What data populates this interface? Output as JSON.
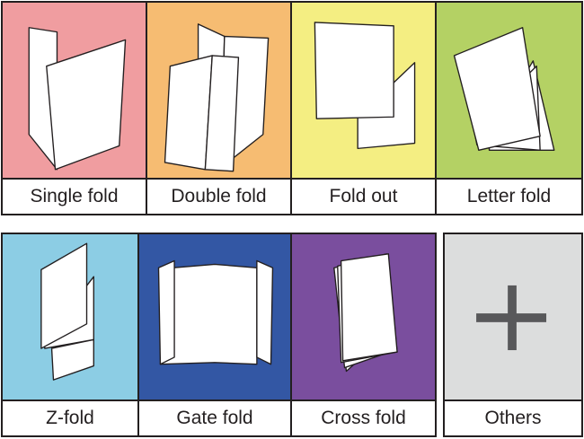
{
  "cards": [
    {
      "label": "Single fold",
      "color": "#f09da0",
      "icon": "single-fold-icon"
    },
    {
      "label": "Double fold",
      "color": "#f6bc72",
      "icon": "double-fold-icon"
    },
    {
      "label": "Fold out",
      "color": "#f4ee82",
      "icon": "fold-out-icon"
    },
    {
      "label": "Letter fold",
      "color": "#b4d164",
      "icon": "letter-fold-icon"
    },
    {
      "label": "Z-fold",
      "color": "#8ccde4",
      "icon": "z-fold-icon"
    },
    {
      "label": "Gate fold",
      "color": "#3357a4",
      "icon": "gate-fold-icon"
    },
    {
      "label": "Cross fold",
      "color": "#7a4e9e",
      "icon": "cross-fold-icon"
    },
    {
      "label": "Others",
      "color": "#dcdddd",
      "icon": "plus-icon"
    }
  ]
}
